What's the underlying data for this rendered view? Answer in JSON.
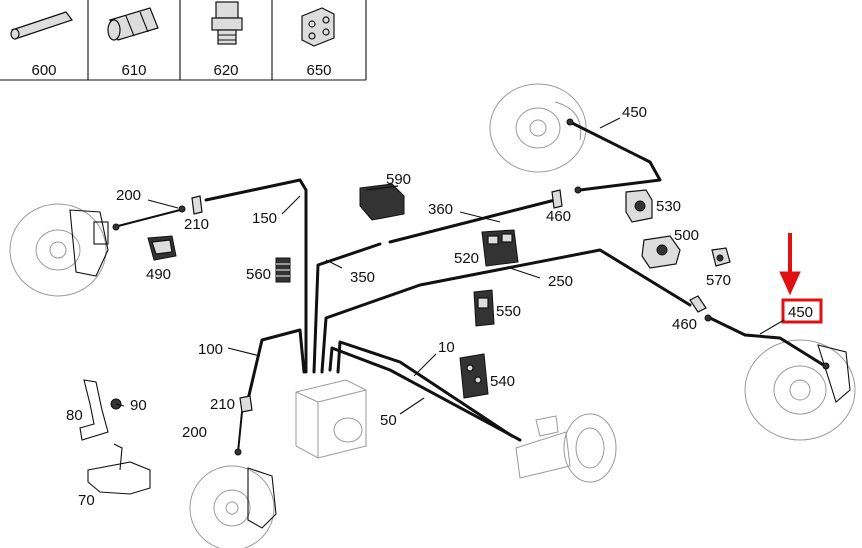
{
  "legend": [
    {
      "id": "600",
      "label": "600",
      "icon": "tube-nut-icon"
    },
    {
      "id": "610",
      "label": "610",
      "icon": "coupling-nut-icon"
    },
    {
      "id": "620",
      "label": "620",
      "icon": "fitting-icon"
    },
    {
      "id": "650",
      "label": "650",
      "icon": "bracket-block-icon"
    }
  ],
  "callouts": {
    "c450_top": "450",
    "c530": "530",
    "c590": "590",
    "c360": "360",
    "c460_top": "460",
    "c200_top": "200",
    "c210_top": "210",
    "c150": "150",
    "c490": "490",
    "c500": "500",
    "c520": "520",
    "c570": "570",
    "c560": "560",
    "c350": "350",
    "c250": "250",
    "c550": "550",
    "c450_hl": "450",
    "c460_right": "460",
    "c100": "100",
    "c10": "10",
    "c540": "540",
    "c90": "90",
    "c80": "80",
    "c210_low": "210",
    "c50": "50",
    "c200_low": "200",
    "c70": "70"
  },
  "highlight": {
    "target": "450",
    "color": "#e01010"
  }
}
